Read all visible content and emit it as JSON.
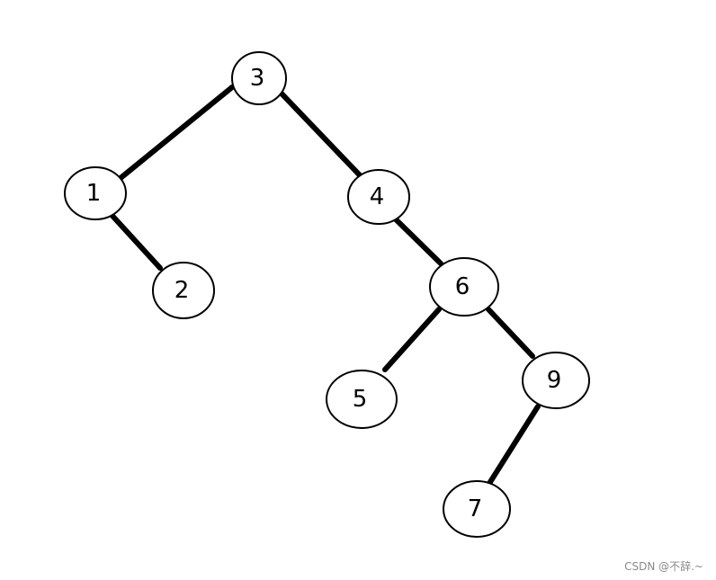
{
  "diagram": {
    "type": "binary-tree",
    "colors": {
      "edge": "#000000",
      "node_fill": "#ffffff",
      "node_stroke": "#000000",
      "text": "#000000"
    },
    "nodes": [
      {
        "id": "n3",
        "label": "3"
      },
      {
        "id": "n1",
        "label": "1"
      },
      {
        "id": "n4",
        "label": "4"
      },
      {
        "id": "n2",
        "label": "2"
      },
      {
        "id": "n6",
        "label": "6"
      },
      {
        "id": "n5",
        "label": "5"
      },
      {
        "id": "n9",
        "label": "9"
      },
      {
        "id": "n7",
        "label": "7"
      }
    ],
    "edges": [
      {
        "from": "n3",
        "to": "n1",
        "side": "left"
      },
      {
        "from": "n3",
        "to": "n4",
        "side": "right"
      },
      {
        "from": "n1",
        "to": "n2",
        "side": "right"
      },
      {
        "from": "n4",
        "to": "n6",
        "side": "right"
      },
      {
        "from": "n6",
        "to": "n5",
        "side": "left"
      },
      {
        "from": "n6",
        "to": "n9",
        "side": "right"
      },
      {
        "from": "n9",
        "to": "n7",
        "side": "left"
      }
    ]
  },
  "watermark": {
    "text": "CSDN @不辞.~"
  }
}
